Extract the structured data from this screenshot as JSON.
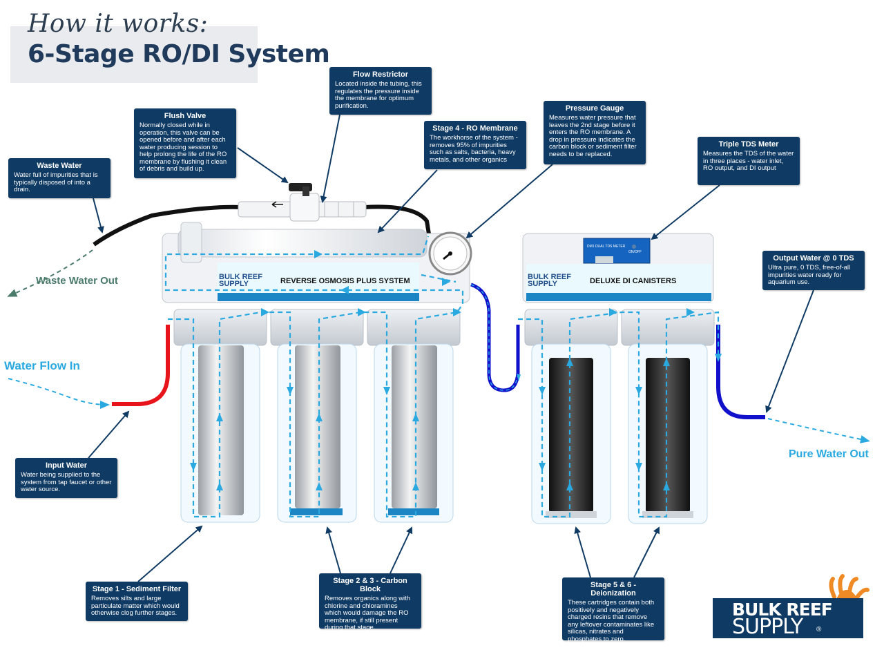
{
  "title": {
    "line1": "How it works:",
    "line2": "6-Stage RO/DI System"
  },
  "systems": {
    "ro_brand": "BULK REEF SUPPLY",
    "ro_label": "REVERSE OSMOSIS PLUS SYSTEM",
    "di_brand": "BULK REEF SUPPLY",
    "di_label": "DELUXE DI CANISTERS",
    "meter_label": "DM1 DUAL TDS METER",
    "meter_button": "ON/OFF"
  },
  "flow_labels": {
    "waste_out": "Waste Water Out",
    "water_in": "Water Flow In",
    "pure_out": "Pure Water Out"
  },
  "callouts": {
    "flow_restrictor": {
      "title": "Flow Restrictor",
      "body": "Located inside the tubing, this regulates the pressure inside the membrane for optimum purification."
    },
    "flush_valve": {
      "title": "Flush Valve",
      "body": "Normally closed while in operation, this valve can be opened before and after each water producing session to help prolong the life of the RO membrane by flushing it clean of debris and build up."
    },
    "stage4": {
      "title": "Stage 4 - RO Membrane",
      "body": "The workhorse of the system - removes 95% of impurities such as salts, bacteria, heavy metals, and other organics"
    },
    "pressure_gauge": {
      "title": "Pressure Gauge",
      "body": "Measures water pressure that leaves the 2nd stage before it enters the RO membrane. A drop in pressure indicates the carbon block or sediment filter needs to be replaced."
    },
    "waste_water": {
      "title": "Waste Water",
      "body": "Water full of impurities that is typically disposed of into a drain."
    },
    "triple_tds": {
      "title": "Triple TDS Meter",
      "body": "Measures the TDS of the water in three places - water inlet, RO output, and DI output"
    },
    "output_water": {
      "title": "Output Water @ 0 TDS",
      "body": "Ultra pure, 0 TDS, free-of-all impurities water ready for aquarium use."
    },
    "input_water": {
      "title": "Input Water",
      "body": "Water being supplied to the system from tap faucet or other water source."
    },
    "stage1": {
      "title": "Stage 1 - Sediment Filter",
      "body": "Removes silts and large particulate matter which would otherwise clog further stages."
    },
    "stage23": {
      "title": "Stage 2 & 3 - Carbon Block",
      "body": "Removes organics along with chlorine and chloramines which would damage the RO membrane, if still present during that stage."
    },
    "stage56": {
      "title": "Stage 5 & 6 - Deionization",
      "body": "These cartridges contain both positively and negatively charged resins that remove any leftover contaminates like silicas, nitrates and phosphates to zero."
    }
  },
  "logo": {
    "line1": "BULK REEF",
    "line2": "SUPPLY",
    "mark": "®"
  },
  "colors": {
    "callout_bg": "#0f3a63",
    "flow_blue": "#29a9e0",
    "waste_green": "#4a7a6a",
    "inlet_red": "#e8141c",
    "outlet_blue": "#1111cc",
    "drain_black": "#111111"
  }
}
